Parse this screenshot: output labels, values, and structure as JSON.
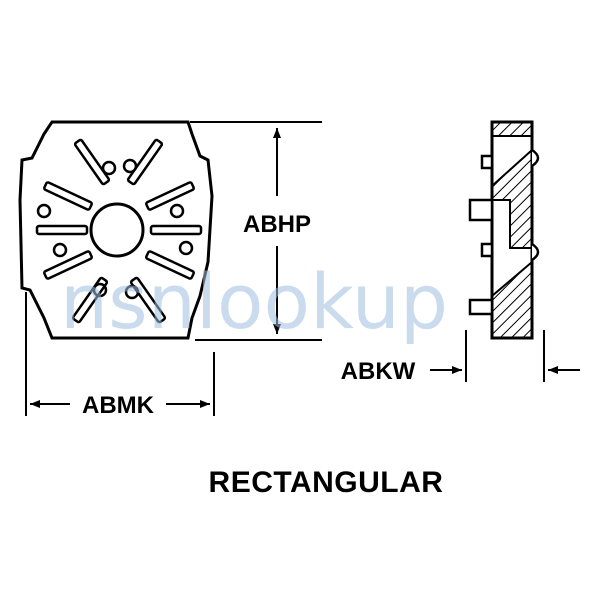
{
  "labels": {
    "height_dim": "ABHP",
    "width_dim": "ABMK",
    "thickness_dim": "ABKW",
    "shape": "RECTANGULAR"
  },
  "watermark": "nsnlookup",
  "colors": {
    "line": "#000000",
    "background": "#ffffff",
    "watermark": "#9fbfe0"
  }
}
